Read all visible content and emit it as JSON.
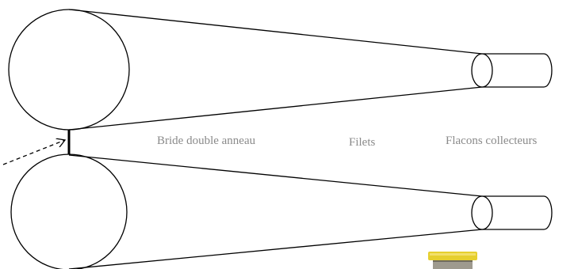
{
  "labels": {
    "bridle": "Bride double anneau",
    "nets": "Filets",
    "collectors": "Flacons collecteurs"
  },
  "colors": {
    "line": "#000000",
    "label": "#8a8a8a",
    "background": "#ffffff",
    "bottle_cap": "#e6cf2e",
    "bottle_body": "#9e9a8e"
  },
  "diagram": {
    "components": [
      "ring",
      "net",
      "collector-bottle",
      "bridle-bar",
      "tow-arrow"
    ],
    "arrow_style": "dashed"
  }
}
